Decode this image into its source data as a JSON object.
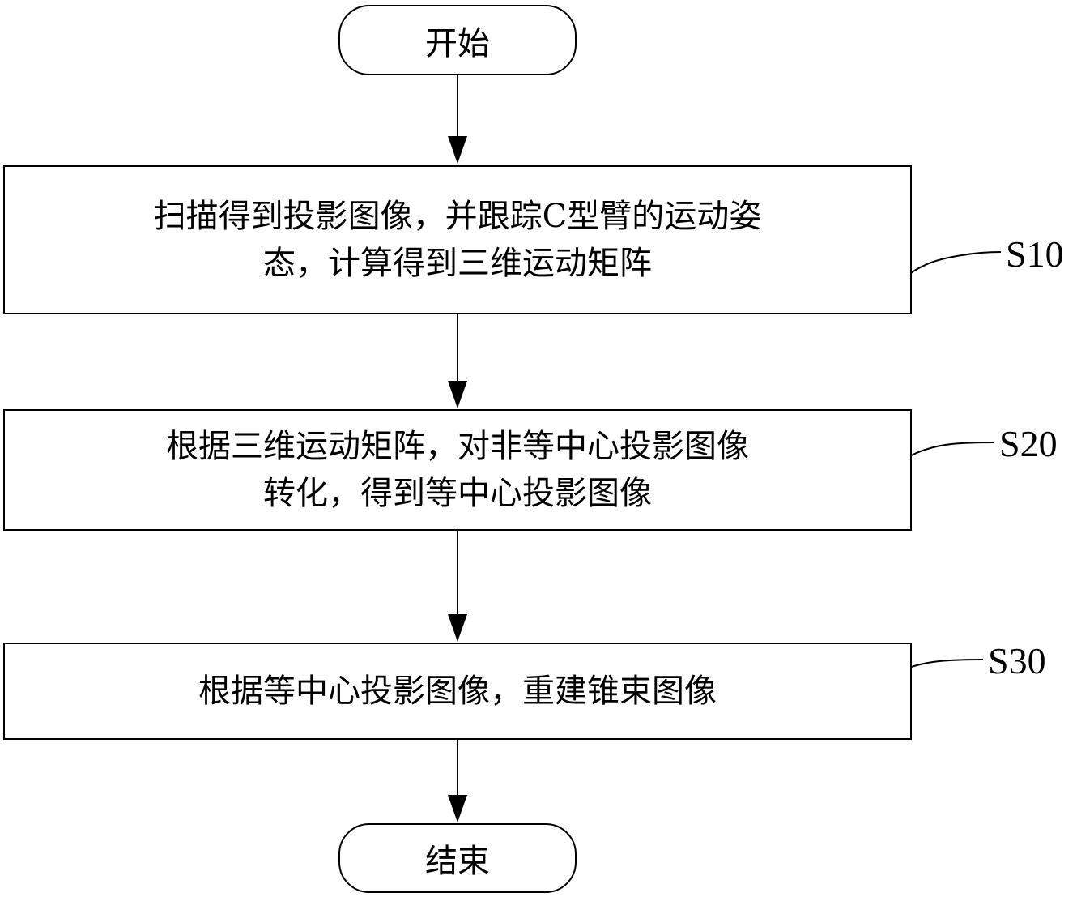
{
  "flowchart": {
    "start": "开始",
    "end": "结束",
    "steps": [
      {
        "id": "S10",
        "label": "S10",
        "line1": "扫描得到投影图像，并跟踪C型臂的运动姿",
        "line2": "态，计算得到三维运动矩阵"
      },
      {
        "id": "S20",
        "label": "S20",
        "line1": "根据三维运动矩阵，对非等中心投影图像",
        "line2": "转化，得到等中心投影图像"
      },
      {
        "id": "S30",
        "label": "S30",
        "line1": "根据等中心投影图像，重建锥束图像"
      }
    ]
  },
  "colors": {
    "line": "#000000",
    "background": "#ffffff"
  }
}
